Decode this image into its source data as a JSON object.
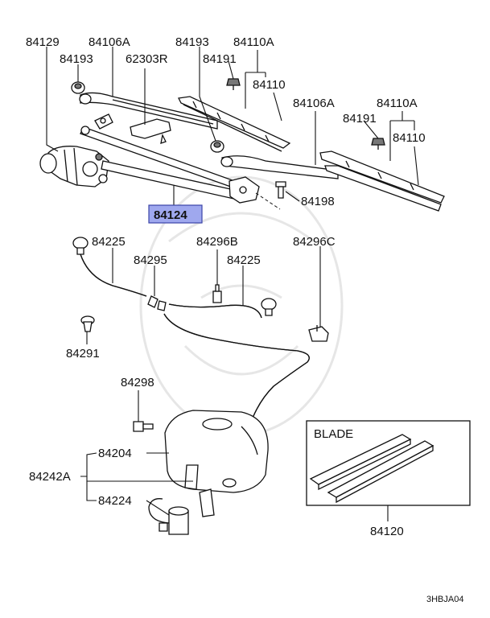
{
  "labels": {
    "p84129": "84129",
    "p84106A_top": "84106A",
    "p84193_top": "84193",
    "p84193_left": "84193",
    "p84110A_top": "84110A",
    "p62303R": "62303R",
    "p84191_top": "84191",
    "p84110_top": "84110",
    "p84106A_right": "84106A",
    "p84110A_right": "84110A",
    "p84191_right": "84191",
    "p84110_right": "84110",
    "p84198": "84198",
    "p84124": "84124",
    "p84225_left": "84225",
    "p84296B": "84296B",
    "p84296C": "84296C",
    "p84295": "84295",
    "p84225_mid": "84225",
    "p84291": "84291",
    "p84298": "84298",
    "p84204": "84204",
    "p84242A": "84242A",
    "p84224": "84224",
    "blade": "BLADE",
    "p84120": "84120",
    "code": "3HBJA04"
  },
  "highlight_color": "#9fa8ee"
}
